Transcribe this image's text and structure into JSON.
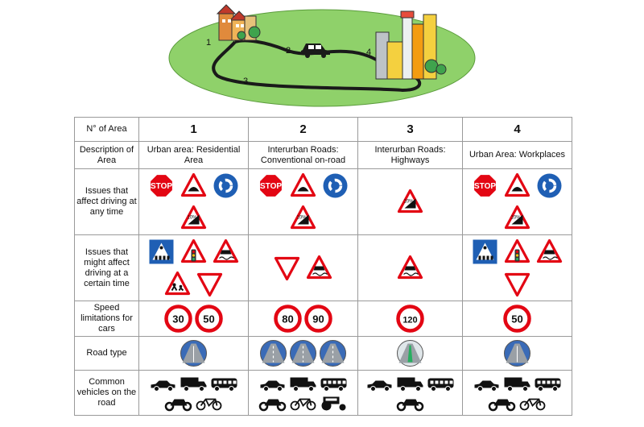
{
  "scene": {
    "point_labels": [
      "1",
      "2",
      "3",
      "4"
    ]
  },
  "table": {
    "corner_label": "N° of Area",
    "row_labels": {
      "description": "Description of Area",
      "any_time": "Issues that affect driving at any time",
      "certain_time": "Issues that might affect driving at a certain time",
      "speed": "Speed limitations for cars",
      "road": "Road type",
      "vehicles": "Common vehicles on the road"
    },
    "areas": [
      {
        "number": "1",
        "description": "Urban area: Residential Area",
        "any_time": [
          "stop",
          "speed-bump",
          "roundabout",
          "steep-hill"
        ],
        "certain_time": [
          "pedestrian-crossing",
          "traffic-light",
          "slippery-road",
          "children-crossing",
          "yield"
        ],
        "speed_limits": [
          "30",
          "50"
        ],
        "road_types": [
          "urban-road"
        ],
        "vehicles": [
          "car",
          "truck",
          "bus",
          "motorbike",
          "bicycle"
        ]
      },
      {
        "number": "2",
        "description": "Interurban Roads: Conventional on-road",
        "any_time": [
          "stop",
          "speed-bump",
          "roundabout",
          "steep-hill"
        ],
        "certain_time": [
          "yield",
          "slippery-road"
        ],
        "speed_limits": [
          "80",
          "90"
        ],
        "road_types": [
          "two-lane-road",
          "two-lane-road",
          "two-lane-road"
        ],
        "vehicles": [
          "car",
          "truck",
          "bus",
          "motorbike",
          "bicycle",
          "tractor"
        ]
      },
      {
        "number": "3",
        "description": "Interurban Roads: Highways",
        "any_time": [
          "steep-hill"
        ],
        "certain_time": [
          "slippery-road"
        ],
        "speed_limits": [
          "120"
        ],
        "road_types": [
          "highway-road"
        ],
        "vehicles": [
          "car",
          "truck",
          "bus",
          "motorbike"
        ]
      },
      {
        "number": "4",
        "description": "Urban Area: Workplaces",
        "any_time": [
          "stop",
          "speed-bump",
          "roundabout",
          "steep-hill"
        ],
        "certain_time": [
          "pedestrian-crossing",
          "traffic-light",
          "slippery-road",
          "yield"
        ],
        "speed_limits": [
          "50"
        ],
        "road_types": [
          "urban-road"
        ],
        "vehicles": [
          "car",
          "truck",
          "bus",
          "motorbike",
          "bicycle"
        ]
      }
    ],
    "icon_text": {
      "stop": "STOP",
      "steep_hill": "10%"
    },
    "colors": {
      "sign_red": "#e30613",
      "sign_blue": "#1f5fb4",
      "meadow": "#8fd16a",
      "road": "#1a1a1a"
    }
  }
}
